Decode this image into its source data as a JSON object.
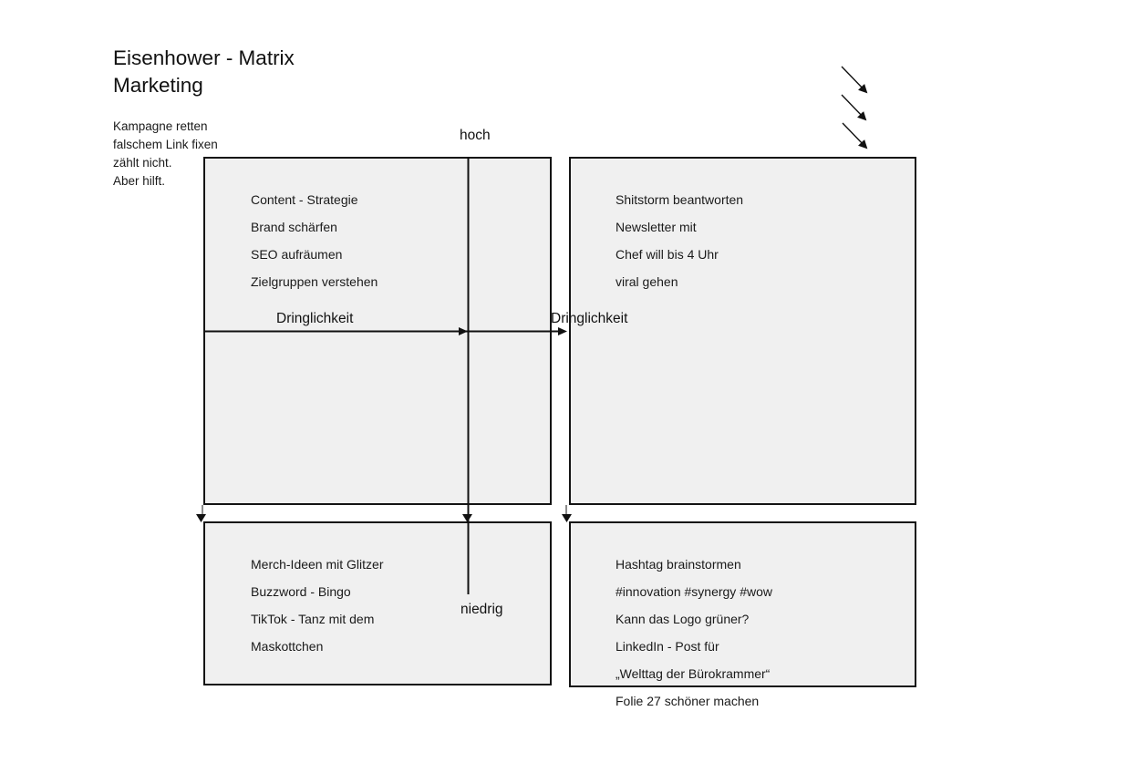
{
  "canvas": {
    "background": "#ffffff"
  },
  "title": {
    "line1": "Eisenhower - Matrix",
    "line2": "Marketing"
  },
  "note": {
    "lines": [
      "Kampagne retten",
      "falschem Link fixen",
      "zählt nicht.",
      "Aber hilft."
    ]
  },
  "axes": {
    "high_label": "hoch",
    "low_label": "niedrig",
    "urgency_left": "Dringlichkeit",
    "urgency_right": "Dringlichkeit"
  },
  "quadrants": {
    "top_left": {
      "items": [
        "Content - Strategie",
        "Brand schärfen",
        "SEO aufräumen",
        "Zielgruppen verstehen"
      ]
    },
    "top_right": {
      "items": [
        "Shitstorm beantworten",
        "Newsletter mit",
        "Chef will bis 4 Uhr",
        "viral gehen"
      ]
    },
    "bottom_left": {
      "items": [
        "Merch-Ideen mit Glitzer",
        "Buzzword - Bingo",
        "TikTok - Tanz mit dem",
        "Maskottchen"
      ]
    },
    "bottom_right": {
      "items": [
        "Hashtag brainstormen",
        "#innovation #synergy #wow",
        "Kann das Logo grüner?",
        "LinkedIn - Post für",
        "„Welttag der Bürokrammer“",
        "Folie 27 schöner machen"
      ]
    }
  },
  "colors": {
    "box_fill": "#f0f0f0",
    "box_border": "#141414",
    "text": "#1a1a1a",
    "connector_gray": "#8c8c8c"
  }
}
